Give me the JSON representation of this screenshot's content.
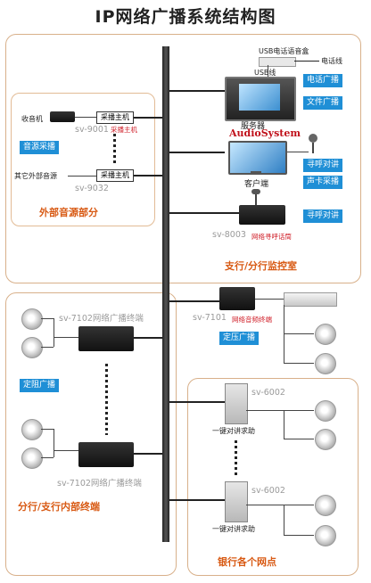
{
  "title": "IP网络广播系统结构图",
  "top_section": {
    "label": "支行/分行监控室",
    "external_audio": {
      "label": "外部音源部分",
      "radio": "收音机",
      "other_source": "其它外部音源",
      "capture_host_1": "采播主机",
      "capture_host_1_sub": "采播主机",
      "capture_host_1_model": "sv-9001",
      "source_capture_tag": "音源采播",
      "capture_host_2": "采播主机",
      "capture_host_2_model": "sv-9032"
    },
    "usb_phone_box": "USB电话语音盒",
    "phone_line": "电话线",
    "usb": "USB线",
    "server": "服务器",
    "server_name": "AudioSystem",
    "client": "客户端",
    "tags": [
      "电话广播",
      "文件广播",
      "寻呼对讲",
      "声卡采播",
      "寻呼对讲"
    ],
    "paging_mic_model": "sv-8003",
    "paging_mic_label": "网络寻呼话筒"
  },
  "bottom_left": {
    "label": "分行/支行内部终端",
    "terminal_model_1": "sv-7102网络广播终端",
    "terminal_model_2": "sv-7102网络广播终端",
    "tag": "定阻广播"
  },
  "middle_right": {
    "terminal_model": "sv-7101",
    "terminal_label": "网络音频终端",
    "tag": "定压广播"
  },
  "bottom_right": {
    "label": "银行各个网点",
    "intercom_model_1": "sv-6002",
    "intercom_label_1": "一键对讲求助",
    "intercom_model_2": "sv-6002",
    "intercom_label_2": "一键对讲求助"
  }
}
